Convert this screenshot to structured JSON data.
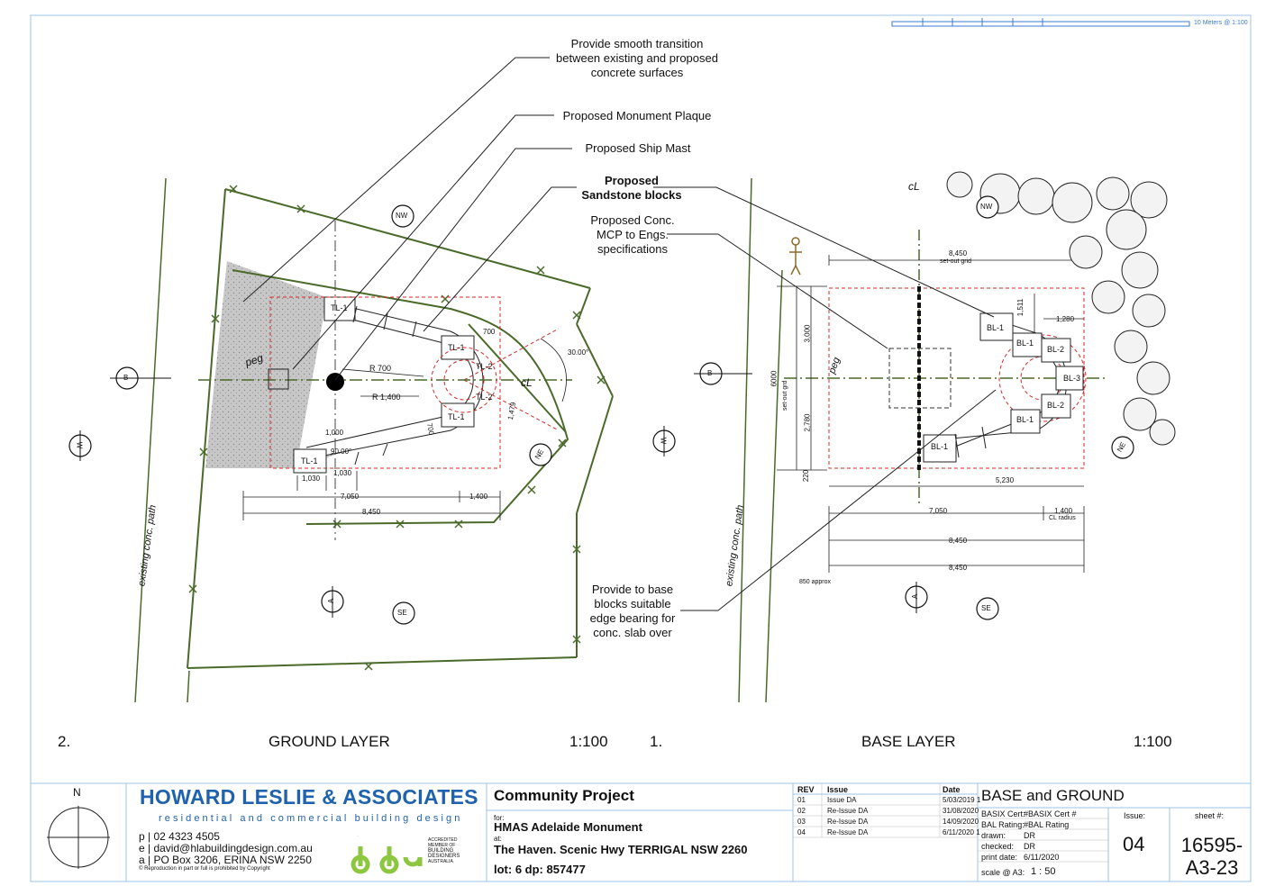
{
  "notes": {
    "transition": [
      "Provide smooth transition",
      "between existing and proposed",
      "concrete surfaces"
    ],
    "plaque": "Proposed Monument Plaque",
    "mast": "Proposed Ship Mast",
    "sandstone": [
      "Proposed",
      "Sandstone blocks"
    ],
    "mcp": [
      "Proposed Conc.",
      "MCP to Engs.",
      "specifications"
    ],
    "base_blocks": [
      "Provide to base",
      "blocks suitable",
      "edge bearing for",
      "conc. slab over"
    ]
  },
  "views": {
    "ground": {
      "number": "2.",
      "title": "GROUND LAYER",
      "scale": "1:100"
    },
    "base": {
      "number": "1.",
      "title": "BASE LAYER",
      "scale": "1:100"
    }
  },
  "scale_bar": {
    "label": "10   Meters @  1:100"
  },
  "ground_labels": {
    "tl": "TL-1",
    "tl2": "TL-2",
    "peg": "peg",
    "r700": "R 700",
    "r1400": "R 1,400",
    "cl": "cL",
    "d700": "700",
    "d700b": "700",
    "d30": "30.00°",
    "d90": "90.00°",
    "d1479": "1,479",
    "d1000": "1,000",
    "d1030": "1,030",
    "d1030b": "1,030",
    "d7050": "7,050",
    "d1400": "1,400",
    "d8450": "8,450",
    "path": "existing conc. path"
  },
  "base_labels": {
    "bl1": "BL-1",
    "bl2": "BL-2",
    "bl3": "BL-3",
    "peg": "peg",
    "cl": "cL",
    "d8450": "8,450",
    "setout": "set-out grid",
    "d1511": "1,511",
    "d1280": "1,280",
    "d3000": "3,000",
    "d6000": "6000",
    "setout_grd": "set-out grd",
    "d2780": "2,780",
    "d220": "220",
    "d5230": "5,230",
    "d7050": "7,050",
    "d1400": "1,400",
    "cl_radius": "CL radius",
    "d8450b": "8,450",
    "d8450c": "8,450",
    "d850": "850 approx",
    "path": "existing conc. path"
  },
  "compass": {
    "nw": "NW",
    "ne": "NE",
    "se": "SE",
    "w": "W",
    "a": "A",
    "b": "B",
    "n": "N"
  },
  "firm": {
    "name": "HOWARD LESLIE & ASSOCIATES",
    "tagline": "residential and commercial building design",
    "phone": "p | 02 4323 4505",
    "email": "e | david@hlabuildingdesign.com.au",
    "address": "a | PO Box 3206, ERINA  NSW  2250",
    "copyright": "© Reproduction in part or full is prohibited by Copyright",
    "bda": "bda",
    "bda_text": [
      "ACCREDITED",
      "MEMBER OF",
      "BUILDING",
      "DESIGNERS",
      "AUSTRALIA"
    ]
  },
  "project": {
    "title": "Community Project",
    "for_label": "for:",
    "for_value": "HMAS Adelaide Monument",
    "at_label": "at:",
    "address": "The Haven. Scenic Hwy TERRIGAL NSW 2260",
    "lot": "lot: 6    dp: 857477"
  },
  "revisions": {
    "headers": [
      "REV",
      "Issue",
      "Date"
    ],
    "rows": [
      [
        "01",
        "Issue DA",
        "5/03/2019 1"
      ],
      [
        "02",
        "Re-Issue DA",
        "31/08/2020"
      ],
      [
        "03",
        "Re-Issue DA",
        "14/09/2020"
      ],
      [
        "04",
        "Re-Issue DA",
        "6/11/2020 1"
      ]
    ]
  },
  "sheet_info": {
    "title": "BASE and GROUND",
    "basix_label": "BASIX Cert:",
    "basix_value": "#BASIX Cert #",
    "bal_label": "BAL Rating:",
    "bal_value": "#BAL Rating",
    "drawn_label": "drawn:",
    "drawn_value": "DR",
    "checked_label": "checked:",
    "checked_value": "DR",
    "print_label": "print date:",
    "print_value": "6/11/2020",
    "scale_label": "scale @ A3:",
    "scale_value": "1 : 50",
    "issue_label": "Issue:",
    "issue_value": "04",
    "sheet_label": "sheet #:",
    "sheet_value": [
      "16595-",
      "A3-23"
    ]
  },
  "colors": {
    "boundary": "#4a6a2a",
    "blue": "#1f62ad",
    "red": "#d42a2a",
    "bda_green": "#8dc63f"
  }
}
